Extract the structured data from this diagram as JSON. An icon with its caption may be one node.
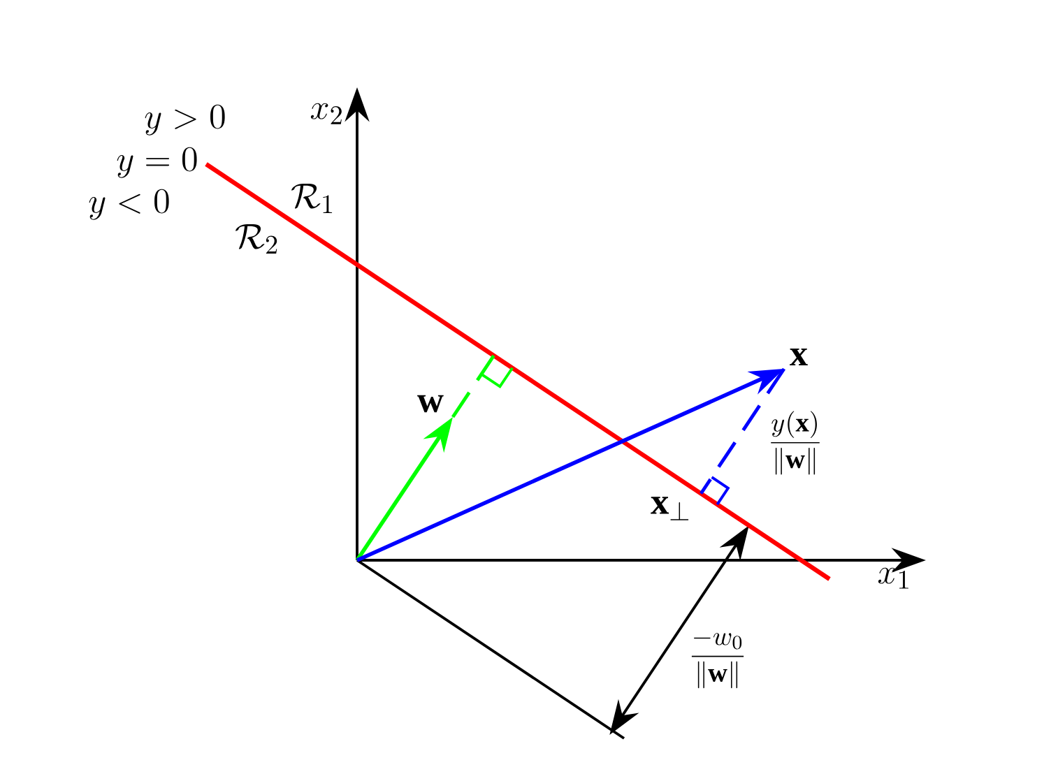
{
  "diagram": {
    "labels": [
      "y > 0",
      "x_2",
      "y = 0",
      "\\mathcal{R}_1",
      "y < 0",
      "\\mathcal{R}_2",
      "\\mathbf{x}",
      "\\mathbf{w}",
      "\\frac{y(\\mathbf{x})}{\\|\\mathbf{w}\\|}",
      "\\mathbf{x}_{\\perp}",
      "x_1",
      "\\frac{-w_0}{\\|\\mathbf{w}\\|}"
    ]
  }
}
